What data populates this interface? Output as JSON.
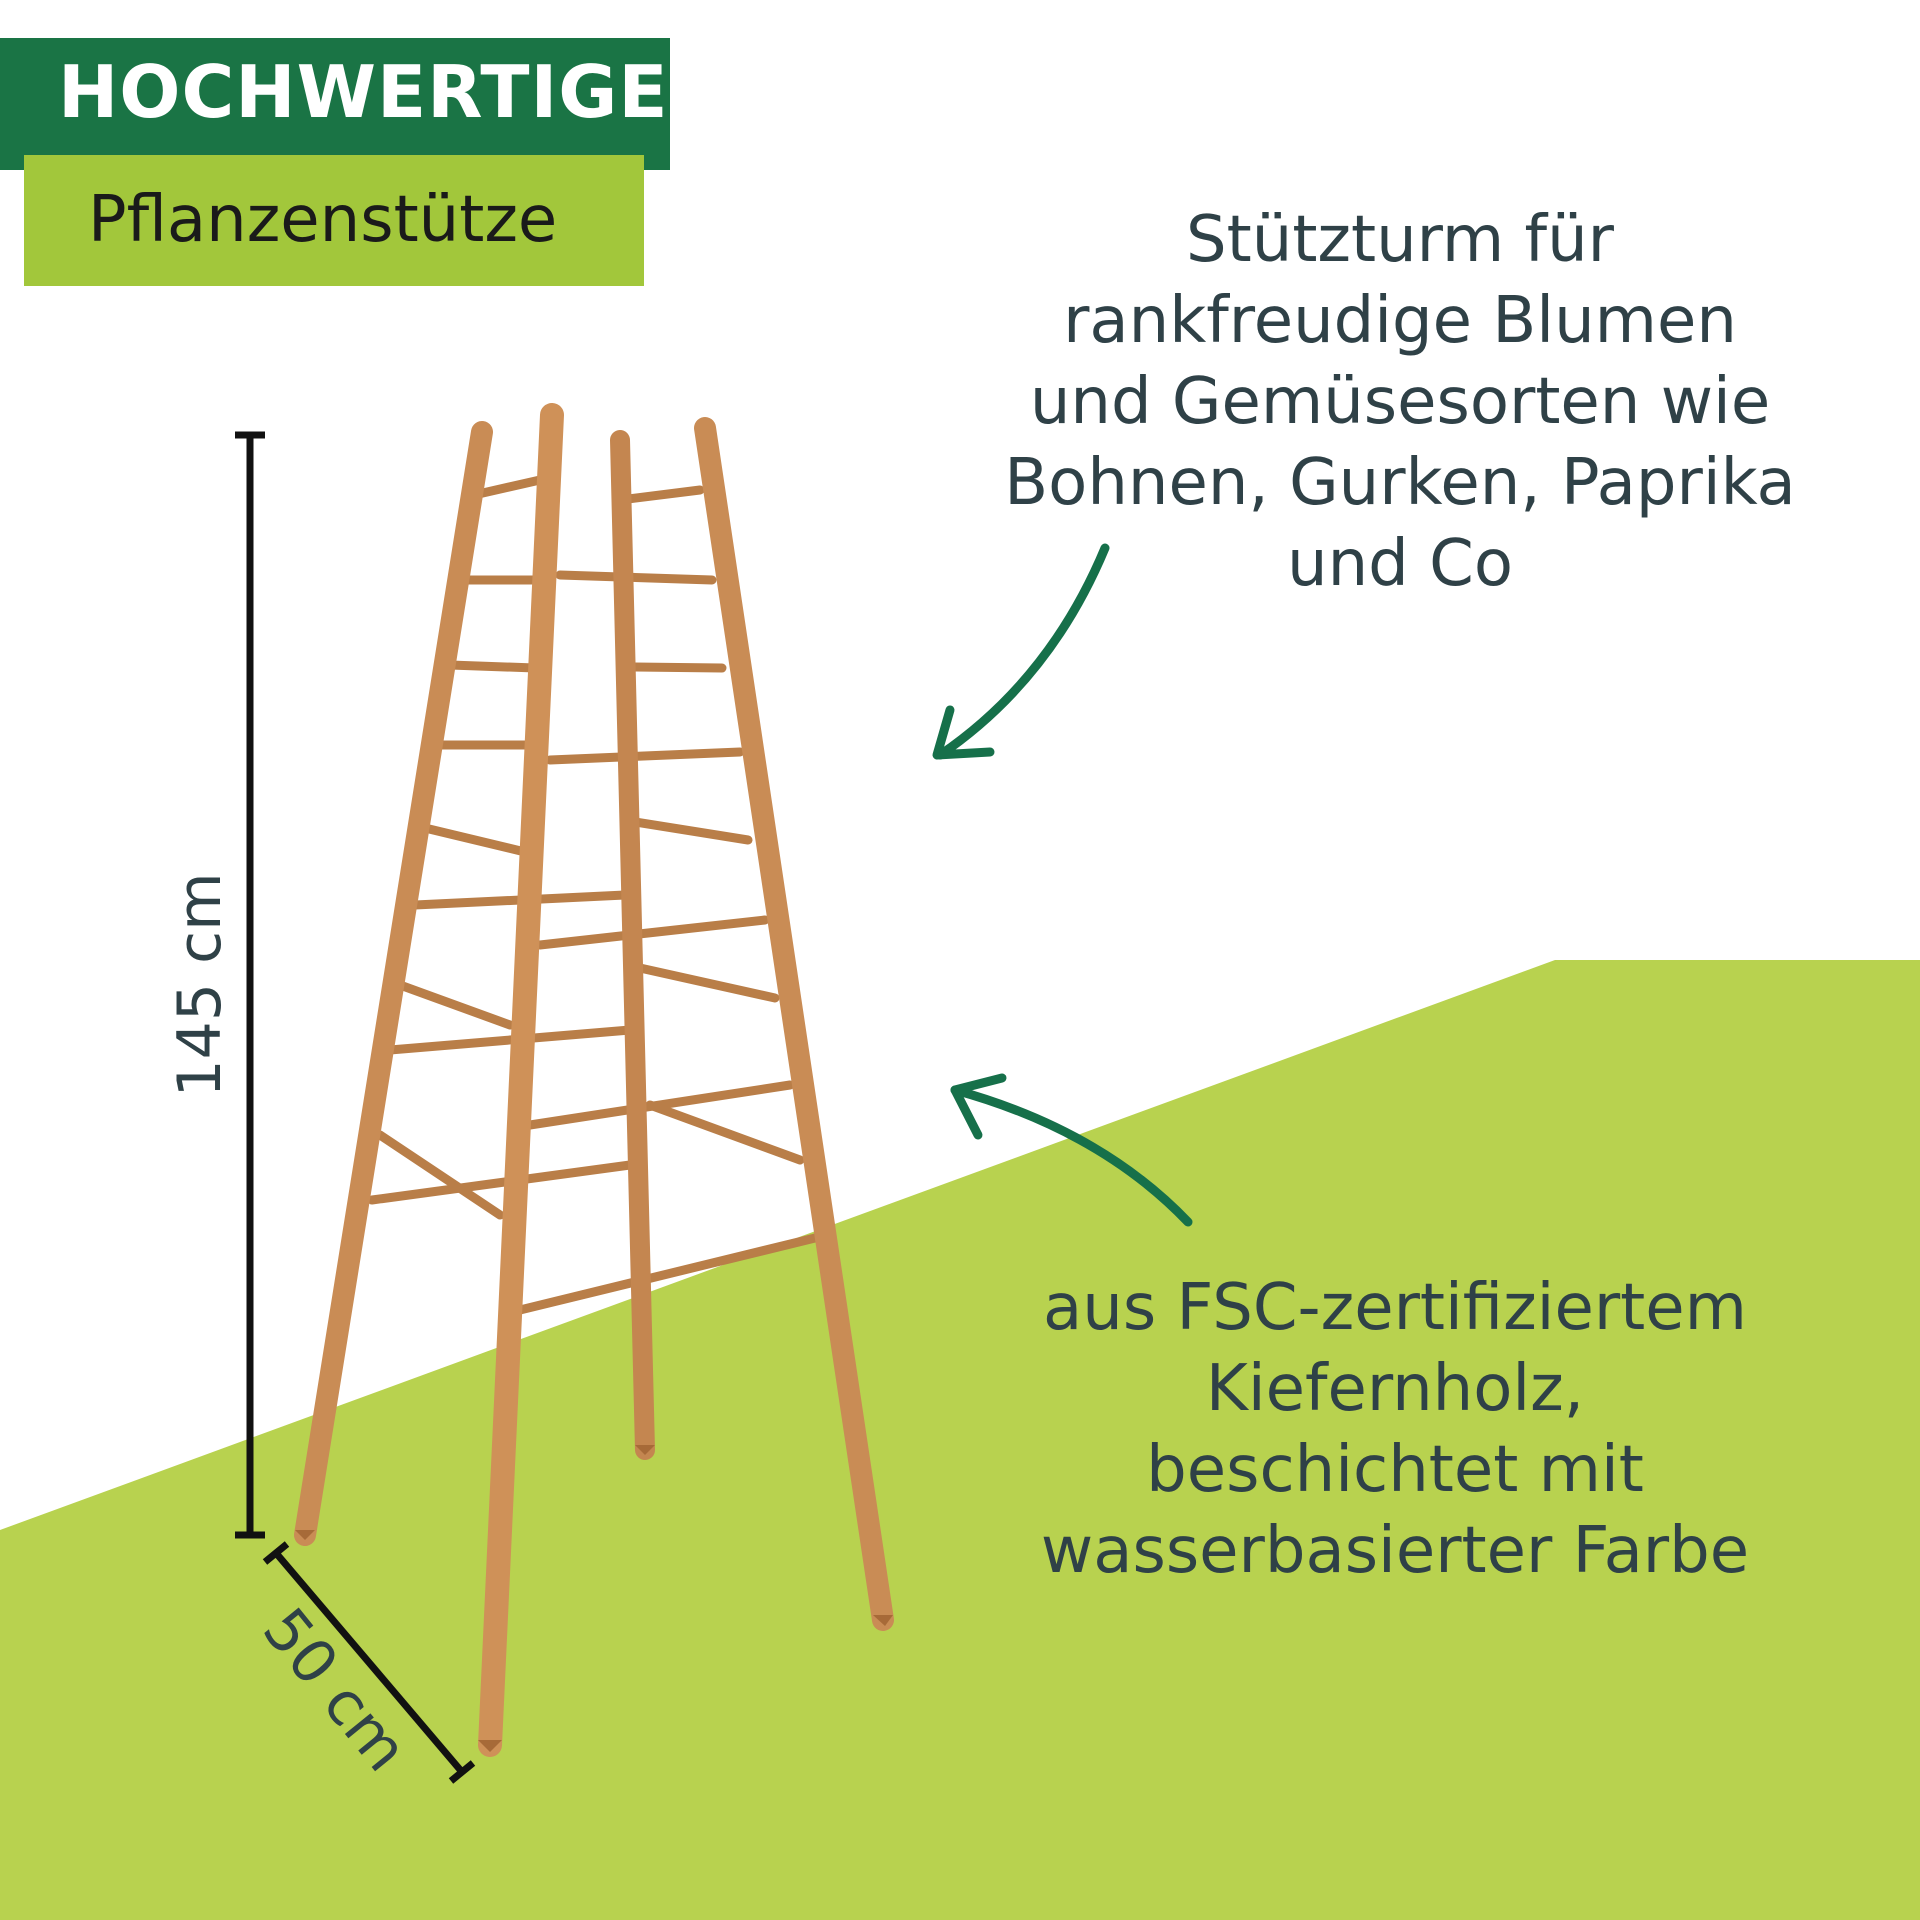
{
  "badge": {
    "title": "HOCHWERTIGE",
    "subtitle": "Pflanzenstütze"
  },
  "callout_top": {
    "lines": [
      "Stützturm für",
      "rankfreudige Blumen",
      "und Gemüsesorten wie",
      "Bohnen, Gurken, Paprika",
      "und Co"
    ]
  },
  "callout_bottom": {
    "lines": [
      "aus FSC-zertifiziertem",
      "Kiefernholz,",
      "beschichtet mit",
      "wasserbasierter Farbe"
    ]
  },
  "dimensions": {
    "height": "145 cm",
    "width": "50 cm"
  },
  "colors": {
    "dark_green": "#1a7445",
    "light_green": "#a2c73b",
    "ground_green": "#b8d24f",
    "text": "#2f4147",
    "wood": "#c98c55",
    "wood_dark": "#a76a38"
  }
}
